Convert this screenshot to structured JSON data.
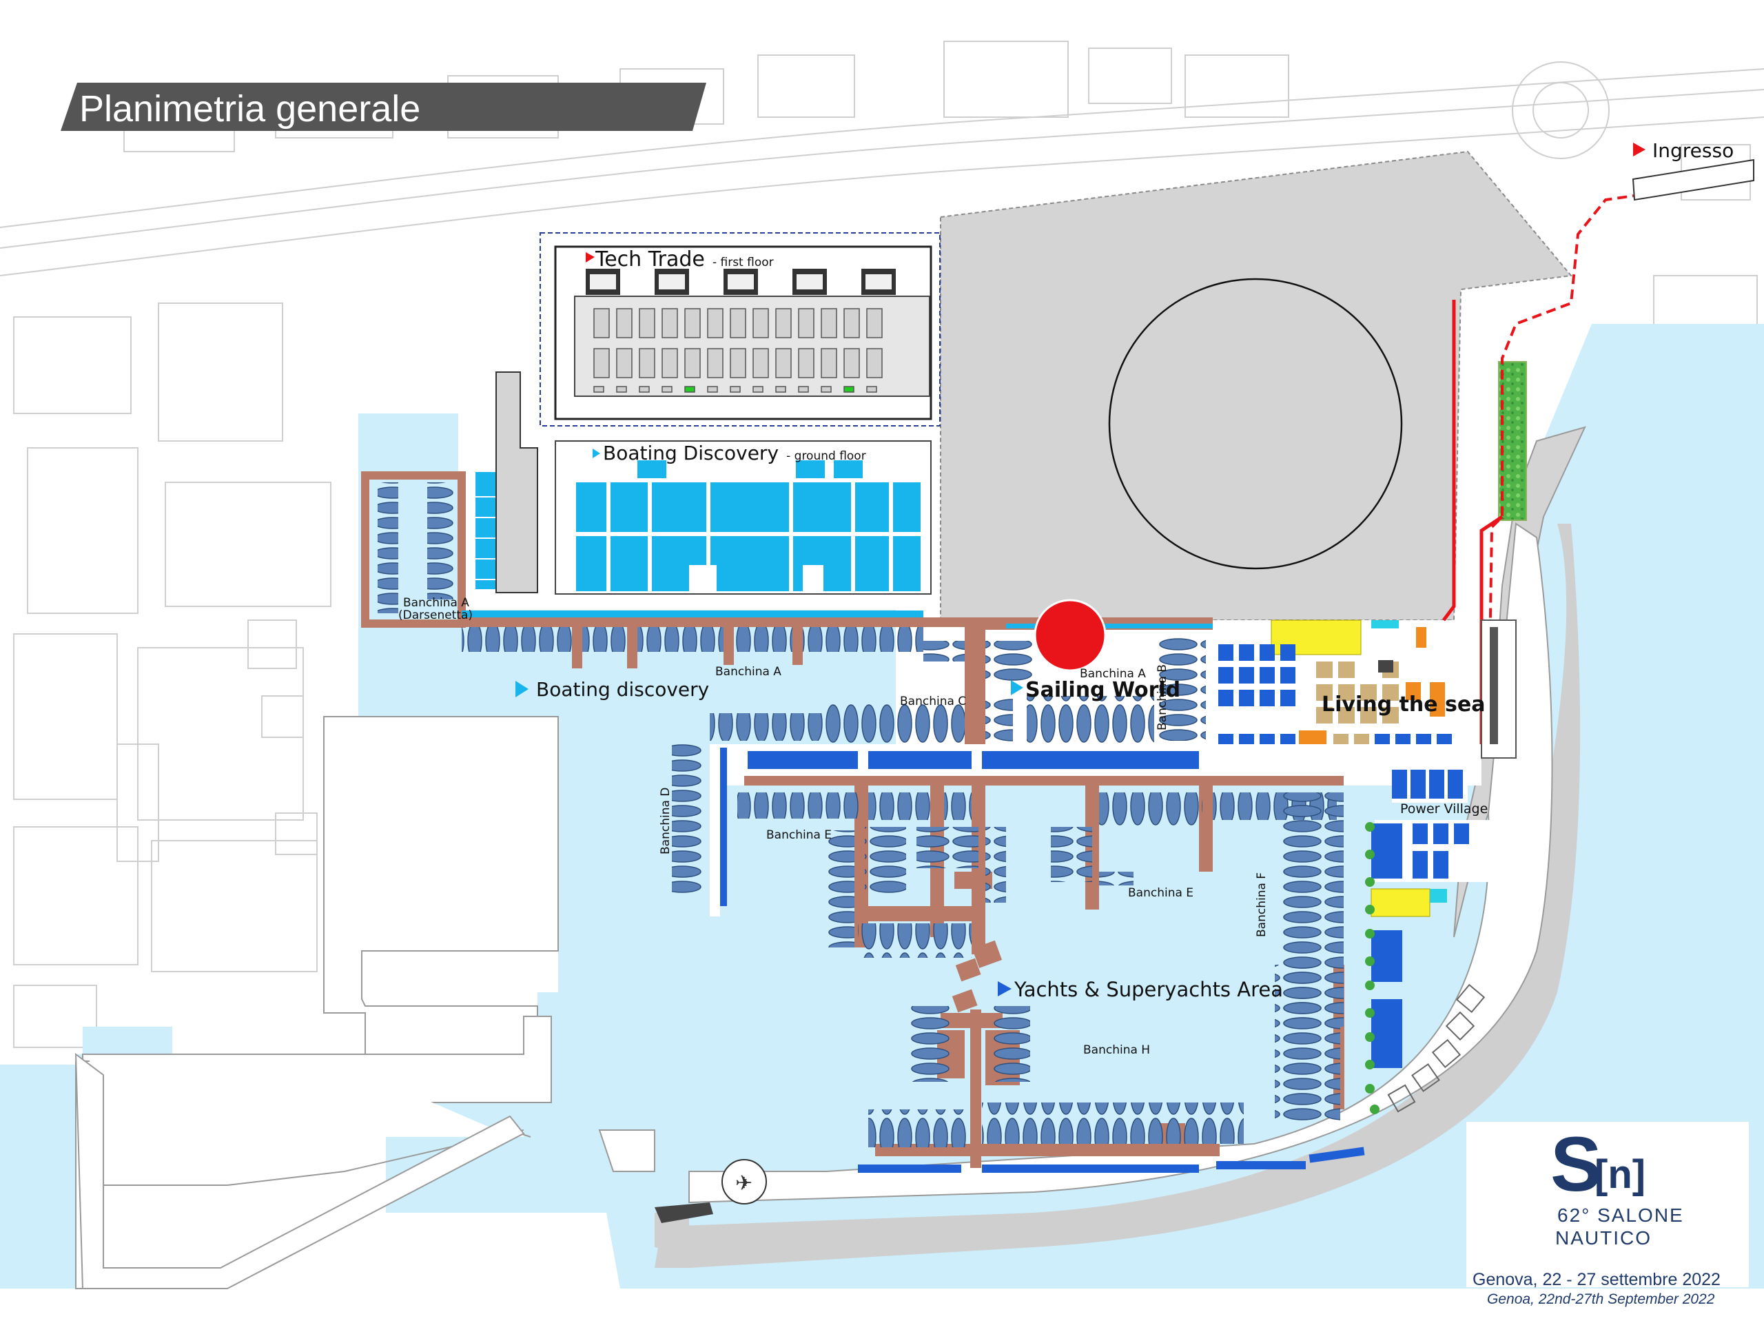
{
  "title": "Planimetria generale",
  "entrance": {
    "label": "Ingresso"
  },
  "areas": {
    "tech_trade": {
      "name": "Tech Trade",
      "sub": "- first floor"
    },
    "boating_discovery_building": {
      "name": "Boating Discovery",
      "sub": "- ground floor"
    },
    "boating_discovery_water": "Boating discovery",
    "sailing_world": "Sailing World",
    "living_the_sea": "Living the sea",
    "power_village": "Power Village",
    "yachts": "Yachts & Superyachts Area"
  },
  "piers": {
    "banchina_a_darsenetta_1": "Banchina A",
    "banchina_a_darsenetta_2": "(Darsenetta)",
    "banchina_a_main": "Banchina A",
    "banchina_a_upper": "Banchina A",
    "banchina_b": "Banchina B",
    "banchina_c": "Banchina C",
    "banchina_d": "Banchina D",
    "banchina_e_left": "Banchina E",
    "banchina_e_right": "Banchina E",
    "banchina_f": "Banchina F",
    "banchina_h": "Banchina H"
  },
  "logo": {
    "mark_s": "S",
    "mark_n": "[n]",
    "line1": "62° SALONE",
    "line2": "NAUTICO",
    "date_it": "Genova, 22 - 27 settembre 2022",
    "date_en": "Genoa, 22nd-27th September 2022"
  },
  "colors": {
    "water": "#cdeefa",
    "pier": "#b97a67",
    "stand_cyan": "#18b4ec",
    "stand_blue": "#1f5fd6",
    "boat": "#5a82b8",
    "plaza": "#d4d4d4",
    "marker": "#e8141a",
    "logo_navy": "#1f3a6b"
  },
  "markers": [
    {
      "type": "location-dot",
      "color": "#e8141a"
    }
  ]
}
